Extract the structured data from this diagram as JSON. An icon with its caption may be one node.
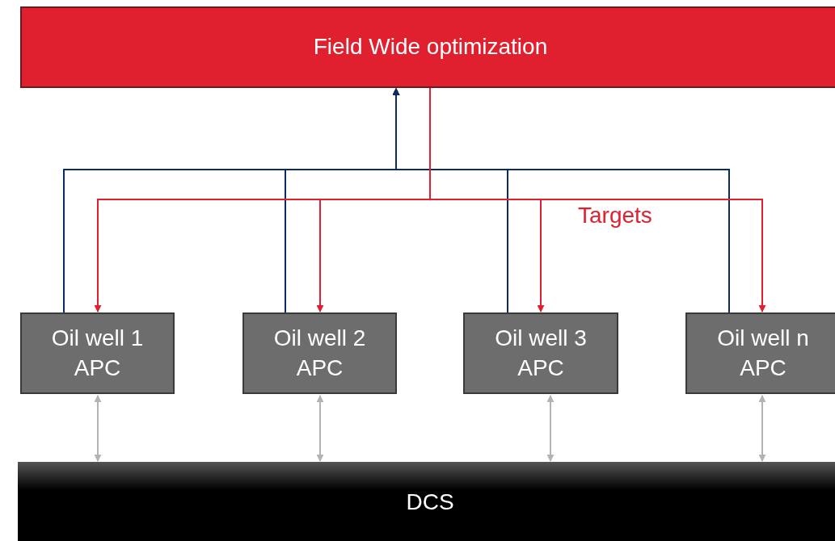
{
  "diagram": {
    "nodes": [
      {
        "text": [
          "Field Wide optimization"
        ]
      },
      {
        "text": [
          "Oil well 1 APC"
        ]
      },
      {
        "text": [
          "Oil well 2 APC"
        ]
      },
      {
        "text": [
          "Oil well 3 APC"
        ]
      },
      {
        "text": [
          "Oil well n APC"
        ]
      },
      {
        "text": [
          "DCS"
        ]
      }
    ],
    "edges": [
      {
        "from": 1,
        "to": 0,
        "arrow": "to",
        "color": "#0b2a66"
      },
      {
        "from": 2,
        "to": 0,
        "arrow": "to",
        "color": "#0b2a66"
      },
      {
        "from": 3,
        "to": 0,
        "arrow": "to",
        "color": "#0b2a66"
      },
      {
        "from": 4,
        "to": 0,
        "arrow": "to",
        "color": "#0b2a66"
      },
      {
        "from": 0,
        "to": 1,
        "arrow": "to",
        "color": "#e0202e"
      },
      {
        "from": 0,
        "to": 2,
        "arrow": "to",
        "color": "#e0202e"
      },
      {
        "from": 0,
        "to": 3,
        "arrow": "to",
        "color": "#e0202e"
      },
      {
        "from": 0,
        "to": 4,
        "arrow": "to",
        "color": "#e0202e"
      },
      {
        "from": 1,
        "to": 5,
        "arrow": "both",
        "color": "#b3b3b3"
      },
      {
        "from": 2,
        "to": 5,
        "arrow": "both",
        "color": "#b3b3b3"
      },
      {
        "from": 3,
        "to": 5,
        "arrow": "both",
        "color": "#b3b3b3"
      },
      {
        "from": 4,
        "to": 5,
        "arrow": "both",
        "color": "#b3b3b3"
      }
    ],
    "labels": [
      "Targets"
    ]
  }
}
